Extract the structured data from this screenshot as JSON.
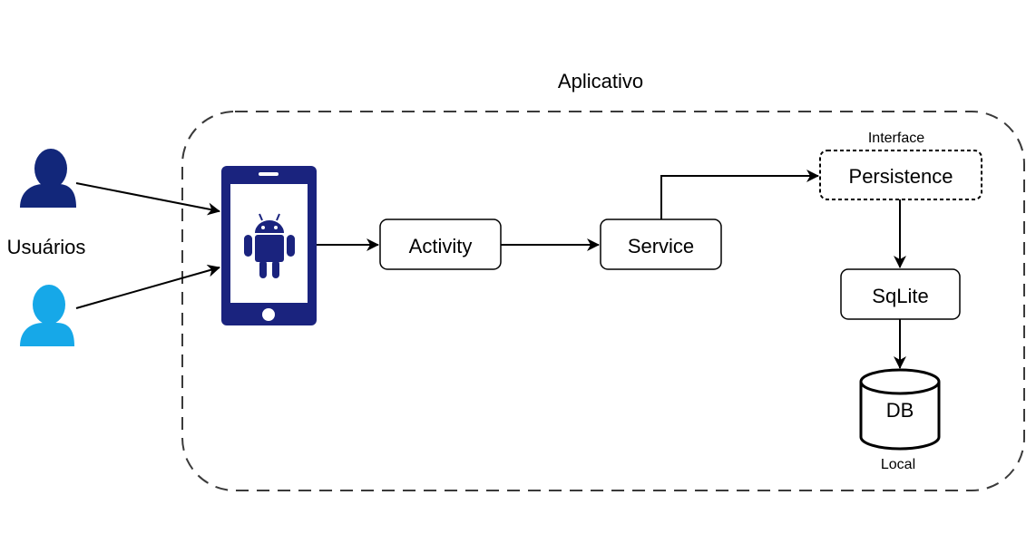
{
  "container": {
    "title": "Aplicativo"
  },
  "users": {
    "label": "Usuários",
    "icons": [
      "user-icon-dark",
      "user-icon-light"
    ]
  },
  "phone": {
    "icon": "android-phone-icon"
  },
  "nodes": {
    "activity": "Activity",
    "service": "Service",
    "persistence": "Persistence",
    "persistence_tag": "Interface",
    "sqlite": "SqLite",
    "db": "DB",
    "db_caption": "Local"
  },
  "colors": {
    "phone_blue": "#1A237E",
    "user_dark": "#12277A",
    "user_light": "#16A8E8",
    "line": "#000000",
    "dashed_border": "#3a3a3a"
  }
}
